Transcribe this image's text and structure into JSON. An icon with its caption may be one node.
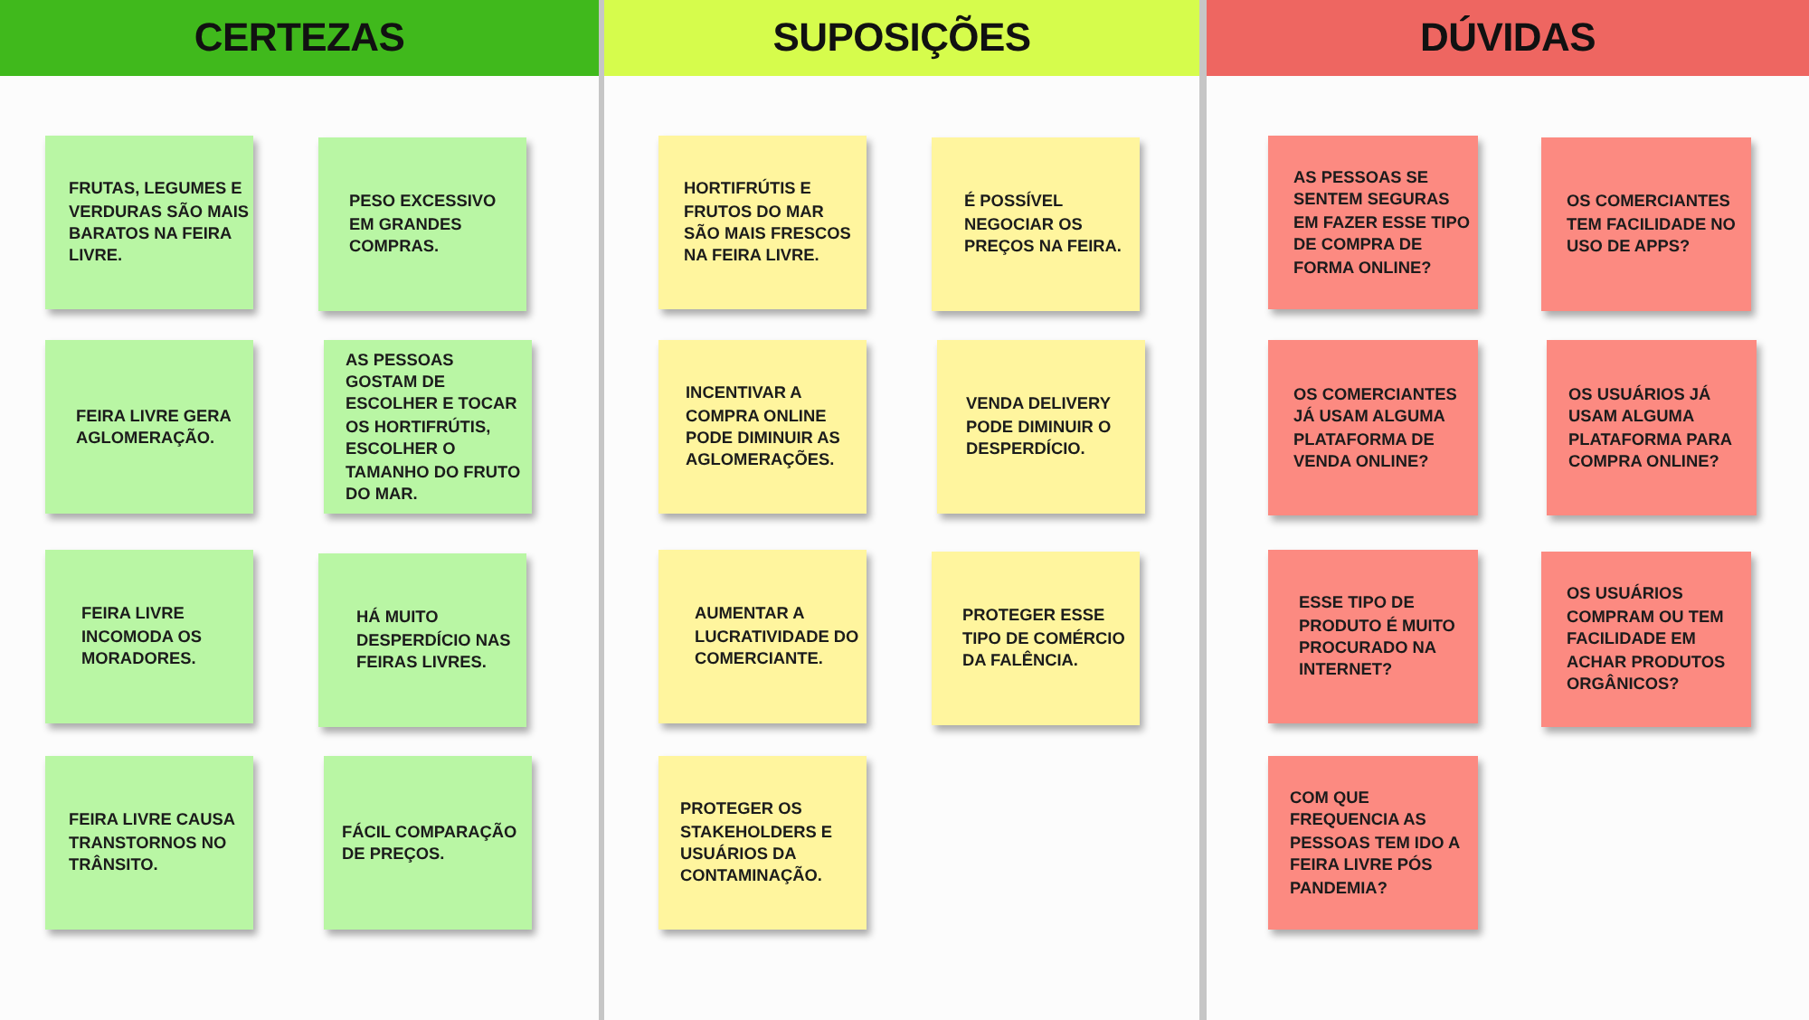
{
  "diagram": {
    "nodes": [
      {
        "text": [
          "CERTEZAS"
        ]
      },
      {
        "text": [
          "FRUTAS, LEGUMES E VERDURAS SÃO MAIS BARATOS NA FEIRA LIVRE."
        ],
        "in": 0
      },
      {
        "text": [
          "PESO EXCESSIVO EM GRANDES COMPRAS."
        ],
        "in": 0
      },
      {
        "text": [
          "FEIRA LIVRE GERA AGLOMERAÇÃO."
        ],
        "in": 0
      },
      {
        "text": [
          "AS PESSOAS GOSTAM DE ESCOLHER E TOCAR OS HORTIFRÚTIS, ESCOLHER O TAMANHO DO FRUTO DO MAR."
        ],
        "in": 0
      },
      {
        "text": [
          "FEIRA LIVRE INCOMODA OS MORADORES."
        ],
        "in": 0
      },
      {
        "text": [
          "HÁ MUITO DESPERDÍCIO NAS FEIRAS LIVRES."
        ],
        "in": 0
      },
      {
        "text": [
          "FEIRA LIVRE CAUSA TRANSTORNOS NO TRÂNSITO."
        ],
        "in": 0
      },
      {
        "text": [
          "FÁCIL COMPARAÇÃO DE PREÇOS."
        ],
        "in": 0
      },
      {
        "text": [
          "SUPOSIÇÕES"
        ]
      },
      {
        "text": [
          "HORTIFRÚTIS E FRUTOS DO MAR SÃO MAIS FRESCOS NA FEIRA LIVRE."
        ],
        "in": 9
      },
      {
        "text": [
          "É POSSÍVEL NEGOCIAR OS PREÇOS NA FEIRA."
        ],
        "in": 9
      },
      {
        "text": [
          "INCENTIVAR A COMPRA ONLINE PODE DIMINUIR AS AGLOMERAÇÕES."
        ],
        "in": 9
      },
      {
        "text": [
          "VENDA DELIVERY PODE DIMINUIR O DESPERDÍCIO."
        ],
        "in": 9
      },
      {
        "text": [
          "AUMENTAR A LUCRATIVIDADE DO COMERCIANTE."
        ],
        "in": 9
      },
      {
        "text": [
          "PROTEGER ESSE TIPO DE COMÉRCIO DA FALÊNCIA."
        ],
        "in": 9
      },
      {
        "text": [
          "PROTEGER OS STAKEHOLDERS E USUÁRIOS DA CONTAMINAÇÃO."
        ],
        "in": 9
      },
      {
        "text": [
          "DÚVIDAS"
        ]
      },
      {
        "text": [
          "AS PESSOAS SE SENTEM SEGURAS EM FAZER ESSE TIPO DE COMPRA DE FORMA ONLINE?"
        ],
        "in": 17
      },
      {
        "text": [
          "OS COMERCIANTES TEM FACILIDADE NO USO DE APPS?"
        ],
        "in": 17
      },
      {
        "text": [
          "OS COMERCIANTES JÁ USAM ALGUMA PLATAFORMA DE VENDA ONLINE?"
        ],
        "in": 17
      },
      {
        "text": [
          "OS USUÁRIOS JÁ USAM ALGUMA PLATAFORMA PARA COMPRA ONLINE?"
        ],
        "in": 17
      },
      {
        "text": [
          "ESSE TIPO DE PRODUTO É MUITO PROCURADO NA INTERNET?"
        ],
        "in": 17
      },
      {
        "text": [
          "OS USUÁRIOS COMPRAM OU TEM FACILIDADE EM ACHAR PRODUTOS ORGÂNICOS?"
        ],
        "in": 17
      },
      {
        "text": [
          "COM QUE FREQUENCIA AS PESSOAS TEM IDO A FEIRA LIVRE PÓS PANDEMIA?"
        ],
        "in": 17
      }
    ]
  }
}
